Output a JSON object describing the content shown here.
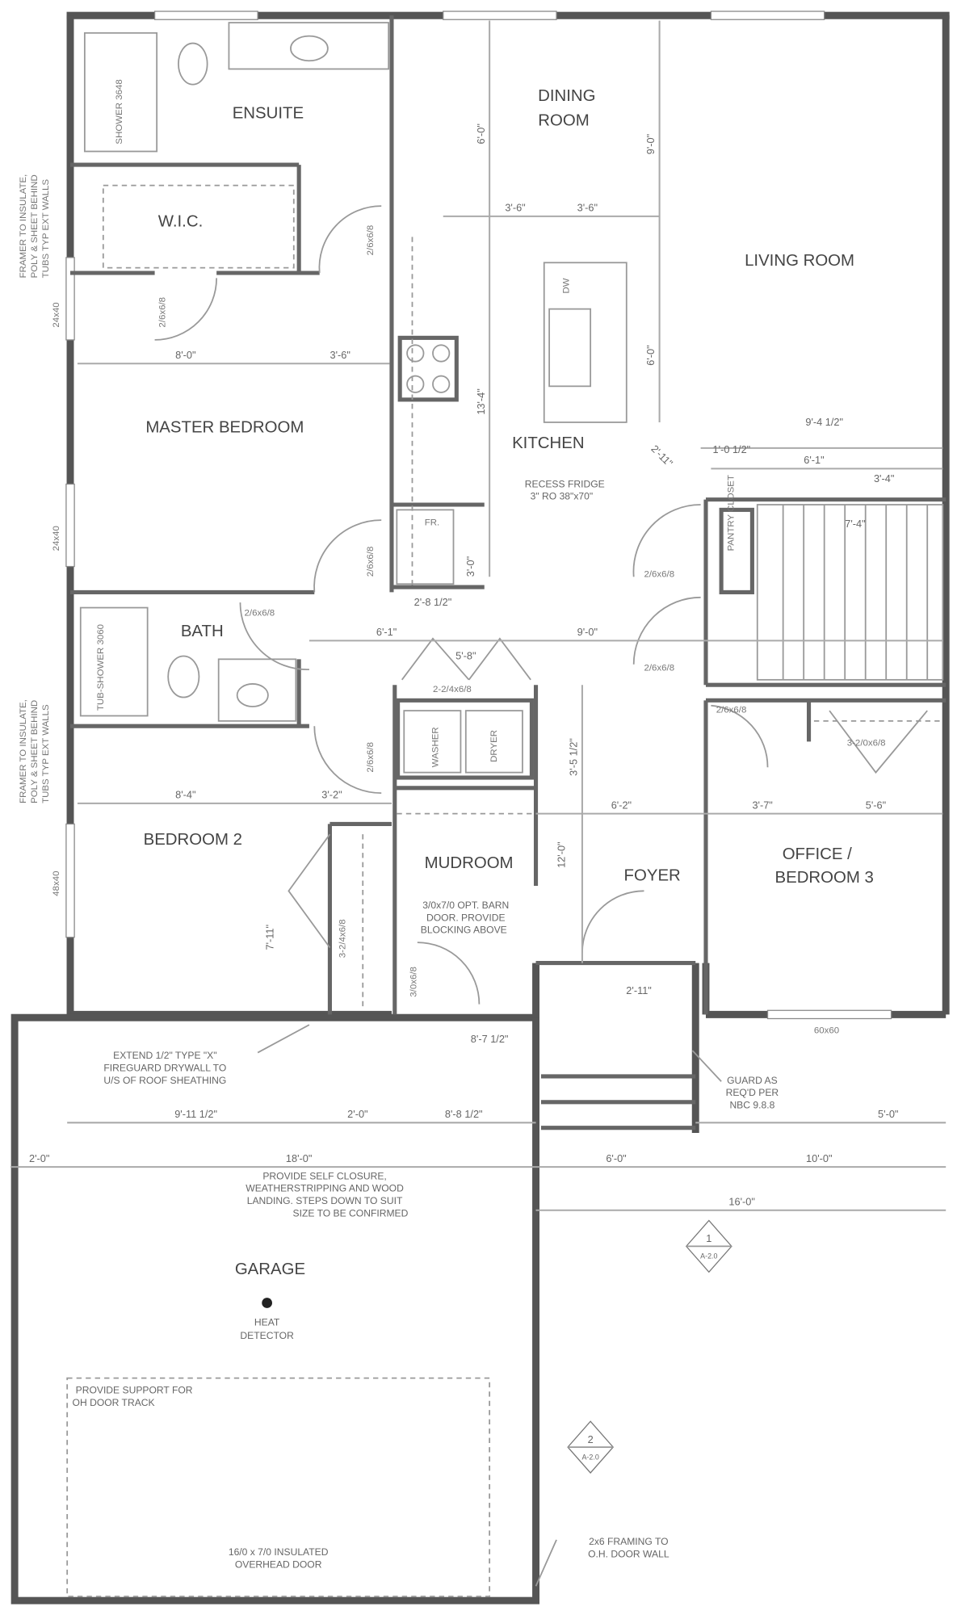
{
  "rooms": {
    "ensuite": "ENSUITE",
    "wic": "W.I.C.",
    "master": "MASTER BEDROOM",
    "dining_1": "DINING",
    "dining_2": "ROOM",
    "living": "LIVING ROOM",
    "kitchen": "KITCHEN",
    "bath": "BATH",
    "bedroom2": "BEDROOM 2",
    "mudroom": "MUDROOM",
    "foyer": "FOYER",
    "office_1": "OFFICE /",
    "office_2": "BEDROOM 3",
    "garage": "GARAGE"
  },
  "fixtures": {
    "fridge": "FR.",
    "pantry": "PANTRY CLOSET",
    "shower_ensuite": "SHOWER 3648",
    "shower_bath": "TUB-SHOWER 3060",
    "dishwasher": "DW",
    "washer": "WASHER",
    "dryer": "DRYER"
  },
  "doors": [
    "2/6x6/8",
    "2/6x6/8",
    "2/6x6/8",
    "2/6x6/8",
    "2/6x6/8",
    "2/6x6/8",
    "2/6x6/8",
    "2-2/4x6/8",
    "3-2/4x6/8",
    "3-2/0x6/8",
    "3/0x6/8",
    "2/6x6/8"
  ],
  "windows": [
    "24x40",
    "24x40",
    "48x40",
    "60x60"
  ],
  "dimensions": {
    "wic_w": "8'-0\"",
    "hall_w": "3'-6\"",
    "dining_h": "6'-0\"",
    "living_h": "9'-0\"",
    "island_a": "3'-6\"",
    "island_b": "3'-6\"",
    "island_len": "6'-0\"",
    "kitchen_h": "13'-4\"",
    "diag": "2'-11\"",
    "stair_total": "9'-4 1/2\"",
    "stair_a": "1'-0 1/2\"",
    "stair_b": "6'-1\"",
    "stair_c": "3'-4\"",
    "stair_d": "7'-4\"",
    "fridge_w": "2'-8 1/2\"",
    "fridge_d": "3'-0\"",
    "hall_a": "6'-1\"",
    "hall_b": "9'-0\"",
    "laundry_w": "5'-8\"",
    "laundry_h": "3'-5 1/2\"",
    "bed2_w": "8'-4\"",
    "bed2_b": "3'-2\"",
    "bed2_h": "7'-11\"",
    "foyer_w": "6'-2\"",
    "foyer_h": "12'-0\"",
    "office_a": "3'-7\"",
    "office_b": "5'-6\"",
    "porch_w": "2'-11\"",
    "mud_b": "8'-7 1/2\"",
    "g_a": "9'-11 1/2\"",
    "g_b": "2'-0\"",
    "g_c": "8'-8 1/2\"",
    "g_d": "5'-0\"",
    "t_a": "2'-0\"",
    "t_b": "18'-0\"",
    "t_c": "6'-0\"",
    "t_d": "10'-0\"",
    "t_e": "16'-0\""
  },
  "notes": {
    "framer_top": [
      "FRAMER TO INSULATE,",
      "POLY & SHEET BEHIND",
      "TUBS TYP EXT WALLS"
    ],
    "framer_bottom": [
      "FRAMER TO INSULATE,",
      "POLY & SHEET BEHIND",
      "TUBS TYP EXT WALLS"
    ],
    "fridge": [
      "RECESS FRIDGE",
      "3\" RO 38\"x70\""
    ],
    "barn": [
      "3/0x7/0 OPT. BARN",
      "DOOR. PROVIDE",
      "BLOCKING ABOVE"
    ],
    "firewall": [
      "EXTEND 1/2\" TYPE \"X\"",
      "FIREGUARD DRYWALL TO",
      "U/S OF ROOF SHEATHING"
    ],
    "guard": [
      "GUARD AS",
      "REQ'D PER",
      "NBC 9.8.8"
    ],
    "closure": [
      "PROVIDE SELF CLOSURE,",
      "WEATHERSTRIPPING AND WOOD",
      "LANDING. STEPS DOWN TO SUIT",
      "SIZE TO BE CONFIRMED"
    ],
    "heat": [
      "HEAT",
      "DETECTOR"
    ],
    "support": [
      "PROVIDE SUPPORT FOR",
      "OH DOOR TRACK"
    ],
    "ohdoor": [
      "16/0 x 7/0 INSULATED",
      "OVERHEAD DOOR"
    ],
    "framing": [
      "2x6 FRAMING TO",
      "O.H. DOOR WALL"
    ]
  },
  "section_markers": [
    {
      "number": "1",
      "sheet": "A-2.0"
    },
    {
      "number": "2",
      "sheet": "A-2.0"
    }
  ]
}
